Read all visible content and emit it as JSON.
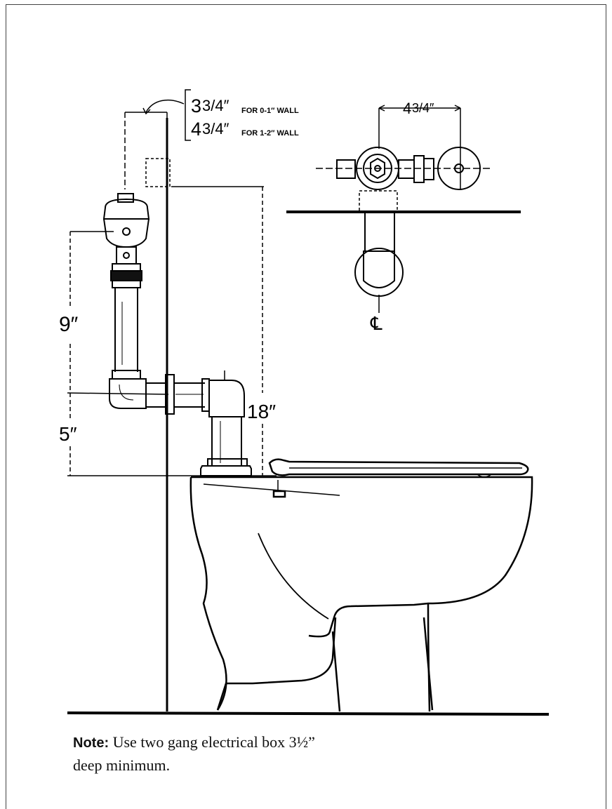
{
  "diagram": {
    "top_dim_a": "3",
    "top_dim_a_frac": "3/4″",
    "top_dim_a_note": "FOR 0-1″ WALL",
    "top_dim_b": "4",
    "top_dim_b_frac": "3/4″",
    "top_dim_b_note": "FOR 1-2″ WALL",
    "plan_dim": "4",
    "plan_dim_frac": "3/4″",
    "centerline": "℄",
    "dim_9": "9″",
    "dim_5": "5″",
    "dim_18": "18″"
  },
  "note": {
    "label": "Note:",
    "line1": "Use two gang electrical box 3½”",
    "line2": "deep minimum."
  }
}
